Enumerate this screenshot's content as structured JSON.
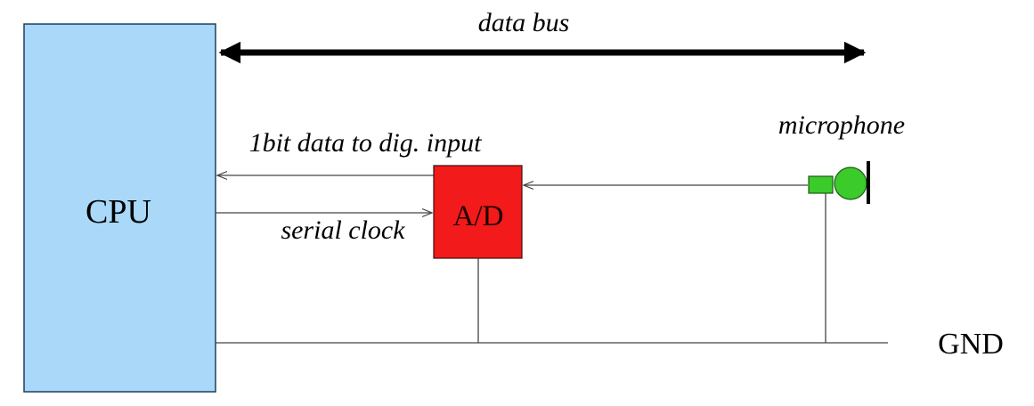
{
  "labels": {
    "data_bus": "data bus",
    "cpu": "CPU",
    "ad": "A/D",
    "one_bit_data": "1bit data to dig. input",
    "serial_clock": "serial clock",
    "microphone": "microphone",
    "gnd": "GND"
  },
  "colors": {
    "cpu_fill": "#A9D8F8",
    "cpu_stroke": "#1f3f5f",
    "ad_fill": "#F21A1A",
    "ad_stroke": "#3a1010",
    "mic_fill": "#3BCB2B",
    "mic_stroke": "#1c5a14",
    "line": "#444444",
    "bus": "#000000",
    "text": "#000000"
  }
}
